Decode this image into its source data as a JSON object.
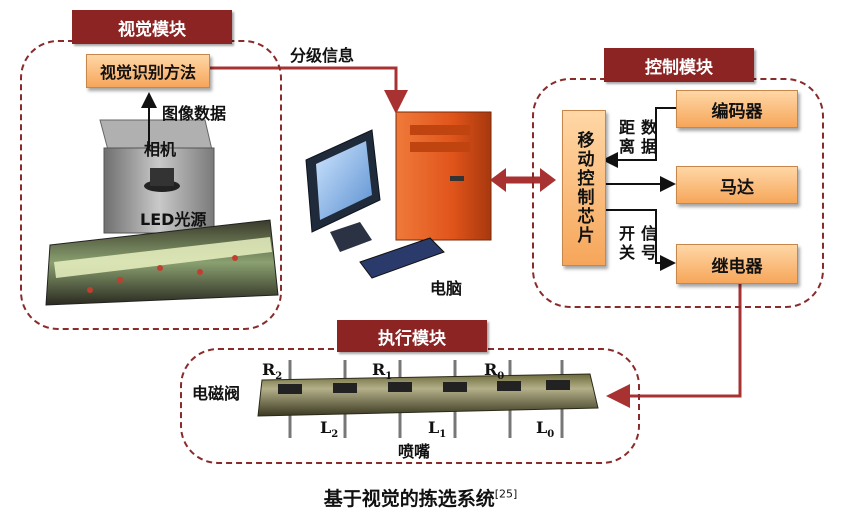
{
  "modules": {
    "vision": "视觉模块",
    "control": "控制模块",
    "execution": "执行模块"
  },
  "boxes": {
    "vision_method": "视觉识别方法",
    "encoder": "编码器",
    "motor": "马达",
    "relay": "继电器",
    "chip": "移动控制芯片"
  },
  "labels": {
    "grading_info": "分级信息",
    "image_data": "图像数据",
    "camera": "相机",
    "led": "LED光源",
    "computer": "电脑",
    "distance_data_col1": "距离",
    "distance_data_col2": "数据",
    "switch_signal_col1": "开关",
    "switch_signal_col2": "信号",
    "solenoid": "电磁阀",
    "nozzle": "喷嘴"
  },
  "nozzle_labels": {
    "top": [
      {
        "base": "R",
        "sub": "2"
      },
      {
        "base": "R",
        "sub": "1"
      },
      {
        "base": "R",
        "sub": "0"
      }
    ],
    "bottom": [
      {
        "base": "L",
        "sub": "2"
      },
      {
        "base": "L",
        "sub": "1"
      },
      {
        "base": "L",
        "sub": "0"
      }
    ]
  },
  "caption": {
    "text": "基于视觉的拣选系统",
    "ref": "[25]"
  },
  "colors": {
    "accent": "#8c2424",
    "box_fill": "#f6a65a",
    "arrow": "#a83232"
  }
}
